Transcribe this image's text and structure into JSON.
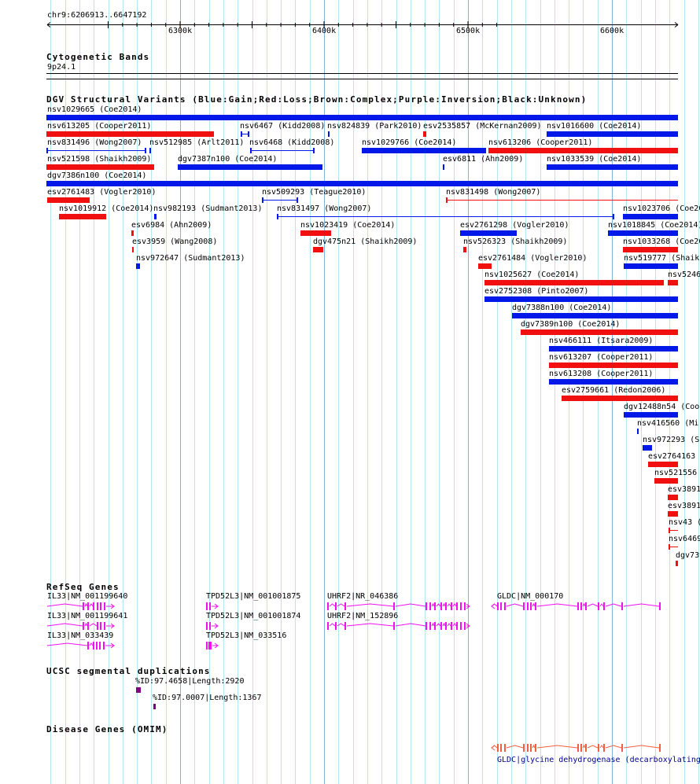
{
  "ruler": {
    "region": "chr9:6206913..6647192",
    "ticks": [
      "6300k",
      "6400k",
      "6500k",
      "6600k"
    ]
  },
  "cytoband": {
    "title": "Cytogenetic Bands",
    "band": "9p24.1"
  },
  "dgv": {
    "title": "DGV Structural Variants (Blue:Gain;Red:Loss;Brown:Complex;Purple:Inversion;Black:Unknown)",
    "colors": {
      "gain": "#0018e8",
      "loss": "#f01010"
    },
    "features": [
      {
        "label": "nsv1029665 (Coe2014)",
        "type": "gain"
      },
      {
        "label": "nsv613205 (Cooper2011)",
        "type": "loss"
      },
      {
        "label": "nsv6467 (Kidd2008)",
        "type": "gain"
      },
      {
        "label": "nsv824839 (Park2010)",
        "type": "gain"
      },
      {
        "label": "esv2535857 (McKernan2009)",
        "type": "loss"
      },
      {
        "label": "nsv1016600 (Coe2014)",
        "type": "gain"
      },
      {
        "label": "nsv831496 (Wong2007)",
        "type": "gain"
      },
      {
        "label": "nsv512985 (Arlt2011)",
        "type": "gain"
      },
      {
        "label": "nsv6468 (Kidd2008)",
        "type": "gain"
      },
      {
        "label": "nsv1029766 (Coe2014)",
        "type": "gain"
      },
      {
        "label": "nsv613206 (Cooper2011)",
        "type": "loss"
      },
      {
        "label": "nsv521598 (Shaikh2009)",
        "type": "loss"
      },
      {
        "label": "dgv7387n100 (Coe2014)",
        "type": "gain"
      },
      {
        "label": "esv6811 (Ahn2009)",
        "type": "gain"
      },
      {
        "label": "nsv1033539 (Coe2014)",
        "type": "gain"
      },
      {
        "label": "dgv7386n100 (Coe2014)",
        "type": "gain"
      },
      {
        "label": "esv2761483 (Vogler2010)",
        "type": "loss"
      },
      {
        "label": "nsv509293 (Teague2010)",
        "type": "gain"
      },
      {
        "label": "nsv831498 (Wong2007)",
        "type": "loss"
      },
      {
        "label": "nsv1019912 (Coe2014)",
        "type": "loss"
      },
      {
        "label": "nsv982193 (Sudmant2013)",
        "type": "gain"
      },
      {
        "label": "nsv831497 (Wong2007)",
        "type": "gain"
      },
      {
        "label": "nsv1023706 (Coe20",
        "type": "gain"
      },
      {
        "label": "esv6984 (Ahn2009)",
        "type": "loss"
      },
      {
        "label": "nsv1023419 (Coe2014)",
        "type": "loss"
      },
      {
        "label": "esv2761298 (Vogler2010)",
        "type": "gain"
      },
      {
        "label": "nsv1018845 (Coe2014)",
        "type": "gain"
      },
      {
        "label": "esv3959 (Wang2008)",
        "type": "loss"
      },
      {
        "label": "dgv475n21 (Shaikh2009)",
        "type": "loss"
      },
      {
        "label": "nsv526323 (Shaikh2009)",
        "type": "loss"
      },
      {
        "label": "nsv1033268 (Coe20",
        "type": "loss"
      },
      {
        "label": "nsv972647 (Sudmant2013)",
        "type": "gain"
      },
      {
        "label": "esv2761484 (Vogler2010)",
        "type": "loss"
      },
      {
        "label": "nsv519777 (Shaik",
        "type": "gain"
      },
      {
        "label": "nsv1025627 (Coe2014)",
        "type": "loss"
      },
      {
        "label": "nsv5246",
        "type": "loss"
      },
      {
        "label": "esv2752308 (Pinto2007)",
        "type": "gain"
      },
      {
        "label": "dgv7388n100 (Coe2014)",
        "type": "gain"
      },
      {
        "label": "dgv7389n100 (Coe2014)",
        "type": "loss"
      },
      {
        "label": "nsv466111 (Itsara2009)",
        "type": "gain"
      },
      {
        "label": "nsv613207 (Cooper2011)",
        "type": "loss"
      },
      {
        "label": "nsv613208 (Cooper2011)",
        "type": "gain"
      },
      {
        "label": "esv2759661 (Redon2006)",
        "type": "loss"
      },
      {
        "label": "dgv12488n54 (Coop",
        "type": "gain"
      },
      {
        "label": "nsv416560 (Mi",
        "type": "gain"
      },
      {
        "label": "nsv972293 (S",
        "type": "gain"
      },
      {
        "label": "esv2764163",
        "type": "loss"
      },
      {
        "label": "nsv521556",
        "type": "loss"
      },
      {
        "label": "esv3891",
        "type": "loss"
      },
      {
        "label": "esv3891",
        "type": "loss"
      },
      {
        "label": "nsv43 (",
        "type": "loss"
      },
      {
        "label": "nsv6469",
        "type": "loss"
      },
      {
        "label": "dgv739",
        "type": "loss"
      }
    ]
  },
  "refseq": {
    "title": "RefSeq Genes",
    "color": "#f010f0",
    "transcripts": [
      {
        "label": "IL33|NM_001199640"
      },
      {
        "label": "IL33|NM_001199641"
      },
      {
        "label": "IL33|NM_033439"
      },
      {
        "label": "TPD52L3|NM_001001875"
      },
      {
        "label": "TPD52L3|NM_001001874"
      },
      {
        "label": "TPD52L3|NM_033516"
      },
      {
        "label": "UHRF2|NR_046386"
      },
      {
        "label": "UHRF2|NM_152896"
      },
      {
        "label": "GLDC|NM_000170"
      }
    ]
  },
  "segdup": {
    "title": "UCSC segmental duplications",
    "color": "#800080",
    "items": [
      {
        "label": "%ID:97.4658|Length:2920"
      },
      {
        "label": "%ID:97.0007|Length:1367"
      }
    ]
  },
  "omim": {
    "title": "Disease Genes (OMIM)",
    "color": "#f06040",
    "label_color": "#000090",
    "items": [
      {
        "label": "GLDC|glycine dehydrogenase (decarboxylating"
      }
    ]
  }
}
